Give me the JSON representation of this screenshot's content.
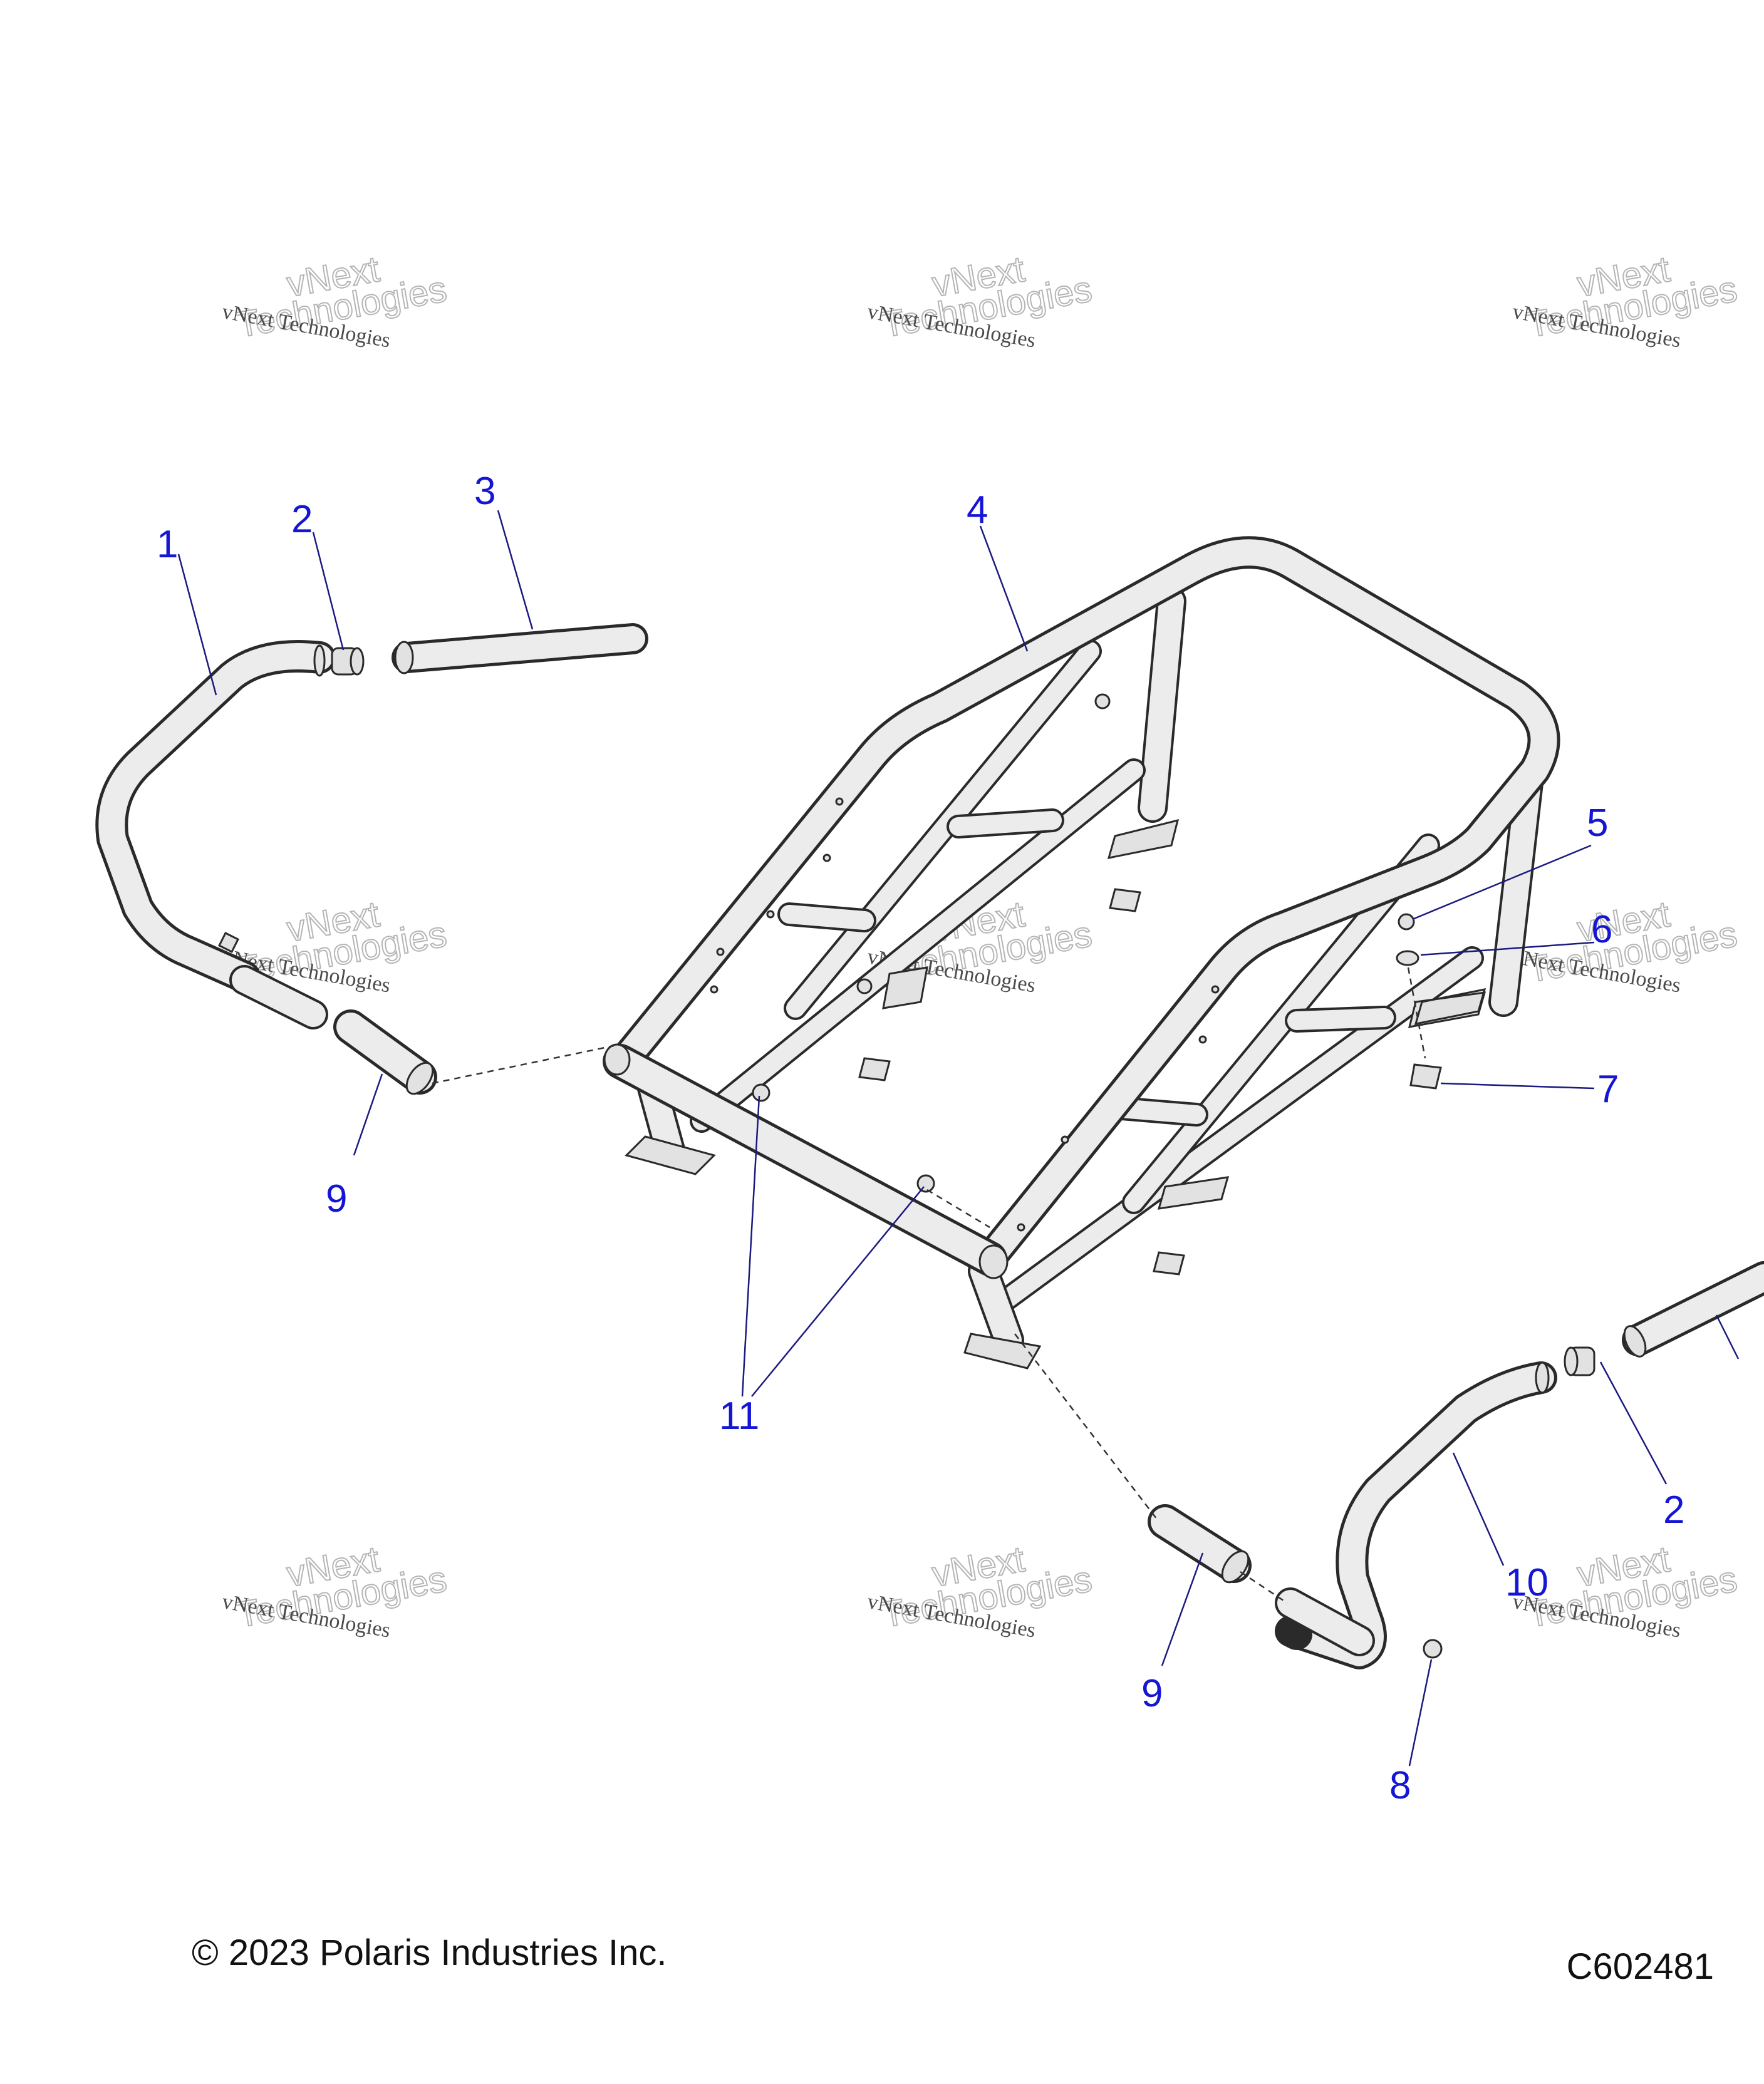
{
  "callouts": [
    "1",
    "2",
    "3",
    "4",
    "5",
    "6",
    "7",
    "9",
    "11",
    "2",
    "10",
    "9",
    "8"
  ],
  "watermark": {
    "line1": "vNext Technologies",
    "line2": "vNext",
    "line3": "Technologies"
  },
  "footer": {
    "copyright": "© 2023 Polaris Industries Inc.",
    "figure_code": "C602481"
  },
  "colors": {
    "callout": "#1515d6",
    "line": "#2a2a2a",
    "part_fill": "#e2e2e2"
  }
}
